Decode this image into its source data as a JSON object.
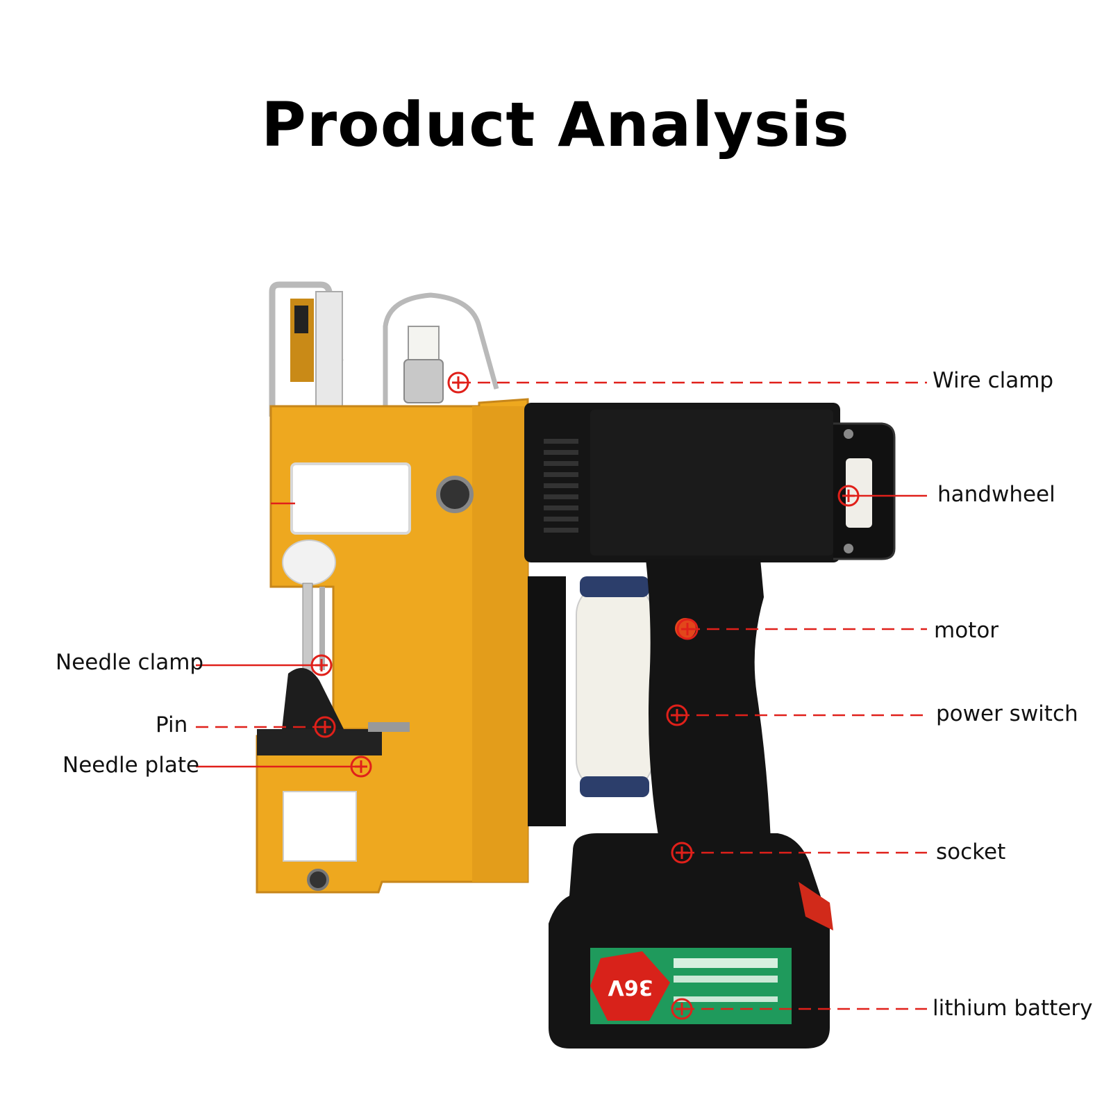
{
  "title": "Product Analysis",
  "accent_color": "#e0201a",
  "machine_colors": {
    "body": "#eea81f",
    "handle": "#141414",
    "battery_label": "#1f9a5c"
  },
  "labels": {
    "wire_clamp": "Wire clamp",
    "handwheel": "handwheel",
    "motor": "motor",
    "power_switch": "power switch",
    "socket": "socket",
    "lithium_battery": "lithium battery",
    "needle_clamp": "Needle clamp",
    "pin": "Pin",
    "needle_plate": "Needle plate"
  },
  "battery_voltage": "36V"
}
